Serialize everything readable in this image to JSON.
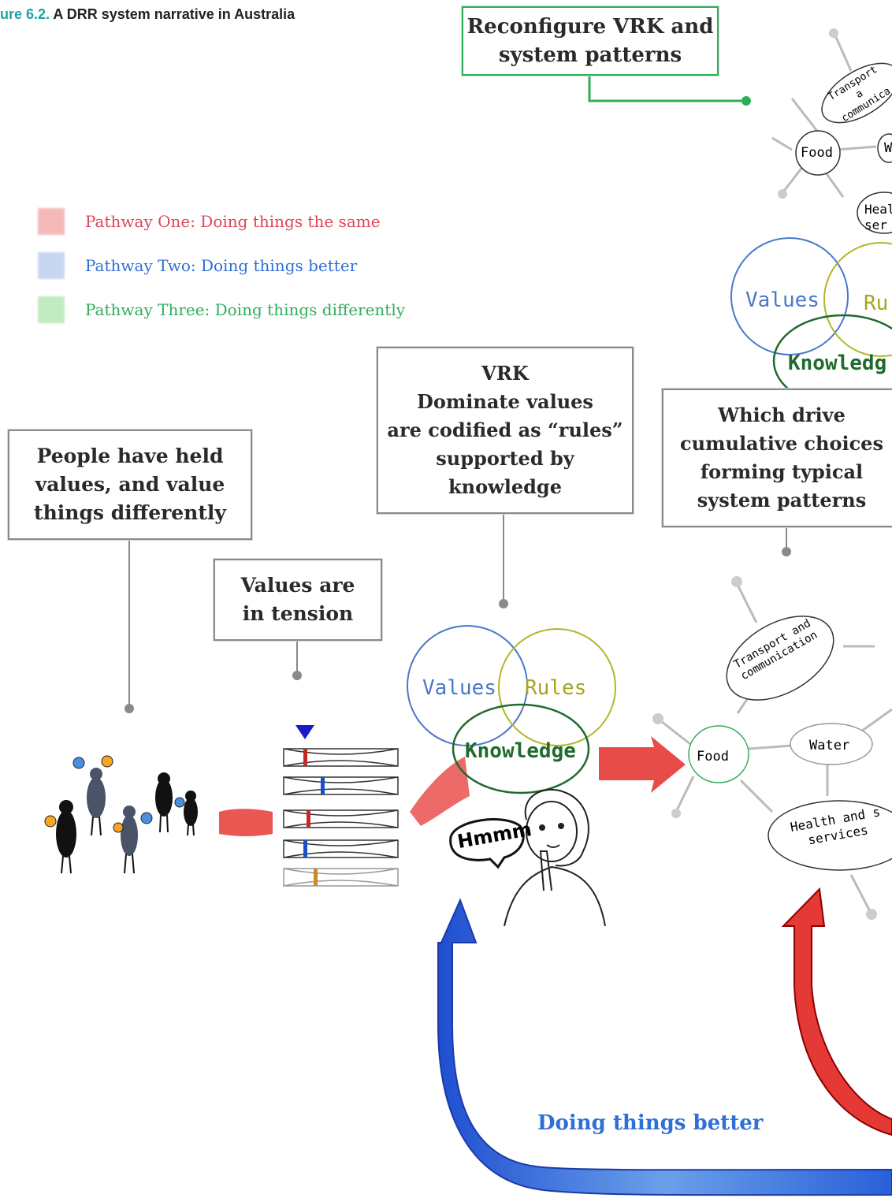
{
  "figure": {
    "number": "ure 6.2.",
    "title": "A DRR system narrative in Australia"
  },
  "colors": {
    "red": "#e53935",
    "blue": "#2f6fd6",
    "green": "#2fae5a",
    "values": "#4a78c9",
    "rules": "#b3b52a",
    "knowledge": "#1f6a2c"
  },
  "legend": [
    {
      "label": "Pathway One: Doing things the same",
      "color": "#e53935"
    },
    {
      "label": "Pathway Two: Doing things better",
      "color": "#2f6fd6"
    },
    {
      "label": "Pathway Three: Doing things differently",
      "color": "#2fae5a"
    }
  ],
  "boxes": {
    "reconfigure": [
      "Reconfigure VRK and",
      "system patterns"
    ],
    "people": [
      "People have held",
      "values, and value",
      "things differently"
    ],
    "tension": [
      "Values are",
      "in tension"
    ],
    "vrk": [
      "VRK",
      "Dominate values",
      "are codified as “rules”",
      "supported by",
      "knowledge"
    ],
    "choices": [
      "Which drive",
      "cumulative choices",
      "forming typical",
      "system patterns"
    ]
  },
  "venn": {
    "values": "Values",
    "rules": "Rules",
    "knowledge": "Knowledge",
    "top_values": "Values",
    "top_rules": "Ru",
    "top_knowledge": "Knowledg"
  },
  "speech": "Hmmm",
  "nodes": {
    "food": "Food",
    "water": "Water",
    "transport_1": "Transport and",
    "transport_2": "communication",
    "health_1": "Health and s",
    "health_2": "services",
    "top_food": "Food",
    "top_transport_1": "Transport a",
    "top_transport_2": "communica",
    "top_health_1": "Heal",
    "top_health_2": "ser",
    "top_w": "W"
  },
  "bottom_label": "Doing things better"
}
